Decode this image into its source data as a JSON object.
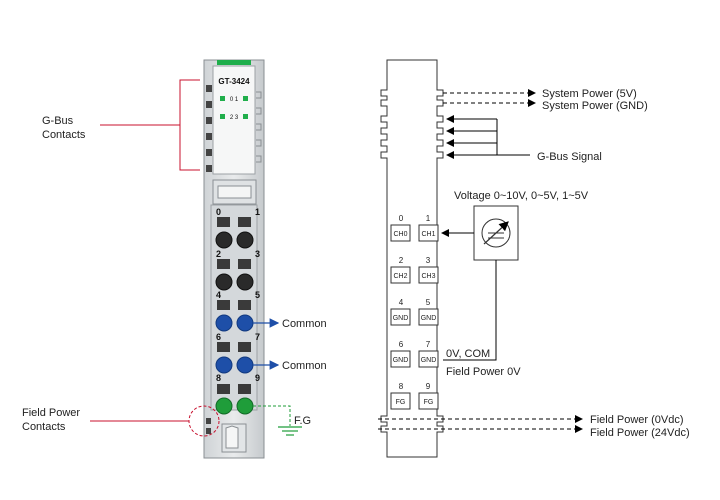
{
  "module": {
    "model": "GT-3424",
    "led_row1": "0 1",
    "led_row2": "2 3",
    "terminal_numbers": [
      "0",
      "1",
      "2",
      "3",
      "4",
      "5",
      "6",
      "7",
      "8",
      "9"
    ]
  },
  "left_callouts": {
    "gbus_contacts": [
      "G-Bus",
      "Contacts"
    ],
    "field_power_contacts": [
      "Field Power",
      "Contacts"
    ],
    "common_1": "Common",
    "common_2": "Common",
    "fg": "F.G"
  },
  "schematic": {
    "terminals": [
      {
        "num": "0",
        "label": "CH0"
      },
      {
        "num": "1",
        "label": "CH1"
      },
      {
        "num": "2",
        "label": "CH2"
      },
      {
        "num": "3",
        "label": "CH3"
      },
      {
        "num": "4",
        "label": "GND"
      },
      {
        "num": "5",
        "label": "GND"
      },
      {
        "num": "6",
        "label": "GND"
      },
      {
        "num": "7",
        "label": "GND"
      },
      {
        "num": "8",
        "label": "FG"
      },
      {
        "num": "9",
        "label": "FG"
      }
    ],
    "system_power_5v": "System Power (5V)",
    "system_power_gnd": "System Power (GND)",
    "gbus_signal": "G-Bus Signal",
    "voltage_range": "Voltage 0~10V, 0~5V, 1~5V",
    "zero_v_com": "0V, COM",
    "field_power_0v": "Field Power 0V",
    "field_power_0vdc": "Field Power (0Vdc)",
    "field_power_24vdc": "Field Power (24Vdc)"
  },
  "colors": {
    "red_callout": "#c8102e",
    "blue_common": "#1e4fa8",
    "green_fg": "#1f9d3a",
    "led_green": "#1fae4b"
  }
}
